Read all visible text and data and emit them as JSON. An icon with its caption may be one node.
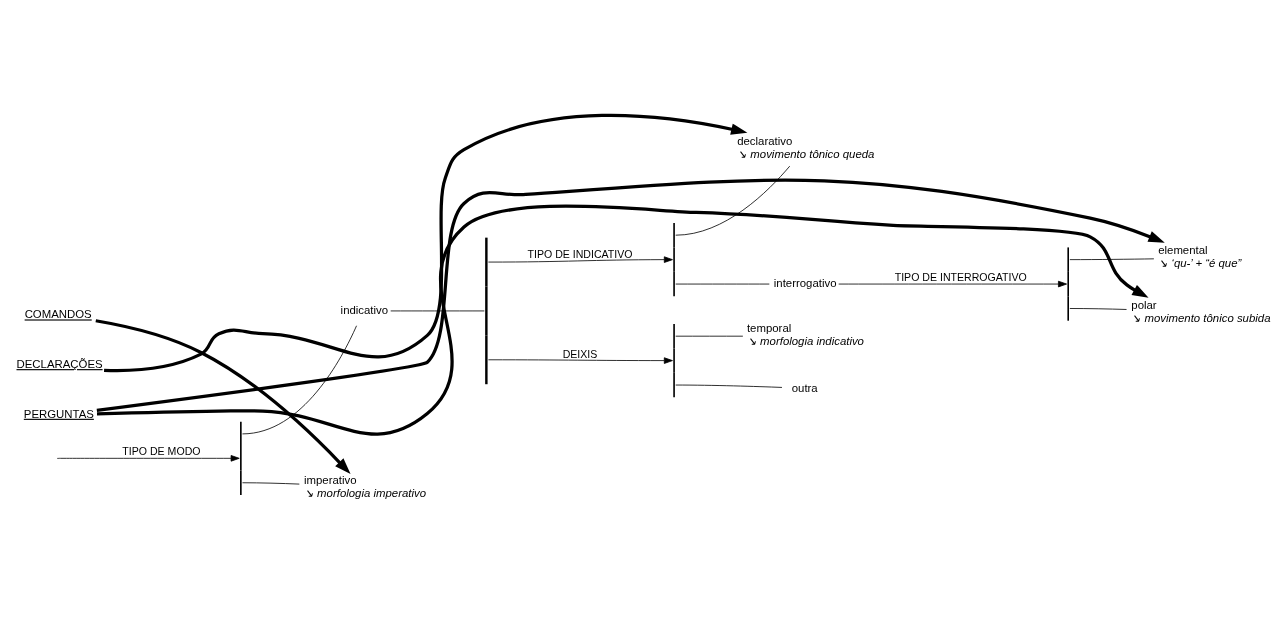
{
  "diagram": {
    "nodes": [
      {
        "text": [
          "COMANDOS"
        ]
      },
      {
        "text": [
          "DECLARAÇÕES"
        ]
      },
      {
        "text": [
          "PERGUNTAS"
        ]
      },
      {
        "text": [],
        "shape": "bar"
      },
      {
        "text": [
          "indicativo"
        ]
      },
      {
        "text": [
          "imperativo"
        ],
        "beside": [
          "↘ morfologia imperativo"
        ]
      },
      {
        "text": [],
        "shape": "brace"
      },
      {
        "text": [],
        "shape": "bar"
      },
      {
        "text": [
          "declarativo"
        ],
        "beside": [
          "↘ movimento tônico queda"
        ]
      },
      {
        "text": [
          "interrogativo"
        ]
      },
      {
        "text": [],
        "shape": "bar"
      },
      {
        "text": [
          "temporal"
        ],
        "beside": [
          "↘ morfologia indicativo"
        ]
      },
      {
        "text": [
          "outra"
        ]
      },
      {
        "text": [],
        "shape": "bar"
      },
      {
        "text": [
          "elemental"
        ],
        "beside": [
          "↘ ‘qu-’ + “é que”"
        ]
      },
      {
        "text": [
          "polar"
        ],
        "beside": [
          "↘ movimento tônico subida"
        ]
      }
    ],
    "edges": [
      {
        "from": null,
        "to": 3,
        "arrow": "to",
        "label": "TIPO DE MODO"
      },
      {
        "from": 3,
        "to": 4,
        "arrow": "none"
      },
      {
        "from": 3,
        "to": 5,
        "arrow": "none"
      },
      {
        "from": 4,
        "to": 6,
        "arrow": "none"
      },
      {
        "from": 6,
        "to": 7,
        "arrow": "to",
        "label": "TIPO DE INDICATIVO"
      },
      {
        "from": 6,
        "to": 10,
        "arrow": "to",
        "label": "DEIXIS"
      },
      {
        "from": 7,
        "to": 8,
        "arrow": "none"
      },
      {
        "from": 7,
        "to": 9,
        "arrow": "none"
      },
      {
        "from": 9,
        "to": 13,
        "arrow": "to",
        "label": "TIPO DE INTERROGATIVO"
      },
      {
        "from": 10,
        "to": 11,
        "arrow": "none"
      },
      {
        "from": 10,
        "to": 12,
        "arrow": "none"
      },
      {
        "from": 13,
        "to": 14,
        "arrow": "none"
      },
      {
        "from": 13,
        "to": 15,
        "arrow": "none"
      },
      {
        "from": 0,
        "to": 5,
        "arrow": "to",
        "style": "thick"
      },
      {
        "from": 1,
        "to": 8,
        "arrow": "to",
        "style": "thick"
      },
      {
        "from": 2,
        "to": 14,
        "arrow": "to",
        "style": "thick"
      },
      {
        "from": 2,
        "to": 15,
        "arrow": "to",
        "style": "thick"
      }
    ]
  }
}
